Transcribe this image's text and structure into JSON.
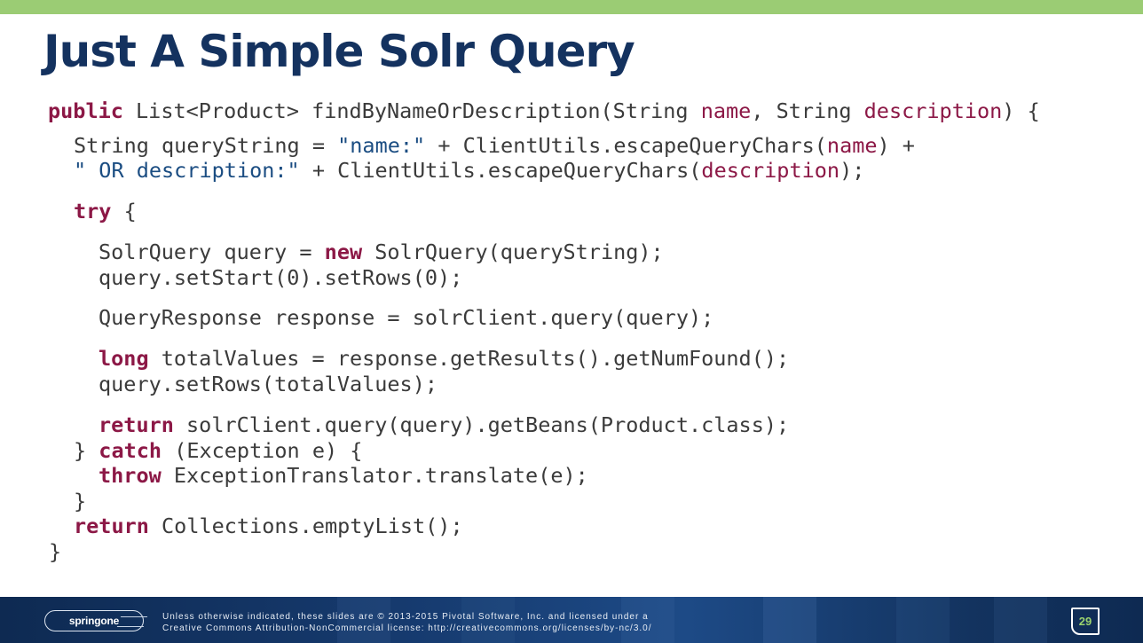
{
  "slide": {
    "title": "Just A Simple Solr Query",
    "code_lines": [
      [
        {
          "t": "public",
          "c": "kw"
        },
        {
          "t": " List<Product> findByNameOrDescription(String "
        },
        {
          "t": "name",
          "c": "param"
        },
        {
          "t": ", String "
        },
        {
          "t": "description",
          "c": "param"
        },
        {
          "t": ") {"
        }
      ],
      [
        {
          "t": "String queryString = "
        },
        {
          "t": "\"name:\"",
          "c": "str"
        },
        {
          "t": " + ClientUtils.escapeQueryChars("
        },
        {
          "t": "name",
          "c": "param"
        },
        {
          "t": ") +"
        }
      ],
      [
        {
          "t": "\" OR description:\"",
          "c": "str"
        },
        {
          "t": " + ClientUtils.escapeQueryChars("
        },
        {
          "t": "description",
          "c": "param"
        },
        {
          "t": ");"
        }
      ],
      [
        {
          "t": "try",
          "c": "kw"
        },
        {
          "t": " {"
        }
      ],
      [
        {
          "t": "SolrQuery query = "
        },
        {
          "t": "new",
          "c": "kw"
        },
        {
          "t": " SolrQuery(queryString);"
        }
      ],
      [
        {
          "t": "query.setStart(0).setRows(0);"
        }
      ],
      [
        {
          "t": "QueryResponse response = solrClient.query(query);"
        }
      ],
      [
        {
          "t": "long",
          "c": "kw"
        },
        {
          "t": " totalValues = response.getResults().getNumFound();"
        }
      ],
      [
        {
          "t": "query.setRows(totalValues);"
        }
      ],
      [
        {
          "t": "return",
          "c": "kw"
        },
        {
          "t": " solrClient.query(query).getBeans(Product.class);"
        }
      ],
      [
        {
          "t": "} "
        },
        {
          "t": "catch",
          "c": "kw"
        },
        {
          "t": " (Exception e) {"
        }
      ],
      [
        {
          "t": "throw",
          "c": "kw"
        },
        {
          "t": " ExceptionTranslator.translate(e);"
        }
      ],
      [
        {
          "t": "}"
        }
      ],
      [
        {
          "t": "return",
          "c": "kw"
        },
        {
          "t": " Collections.emptyList();"
        }
      ],
      [
        {
          "t": "}"
        }
      ]
    ]
  },
  "footer": {
    "logo_text": "springone",
    "license_line_1": "Unless otherwise indicated, these slides are © 2013-2015 Pivotal Software, Inc. and licensed under a",
    "license_line_2": "Creative Commons Attribution-NonCommercial license: http://creativecommons.org/licenses/by-nc/3.0/",
    "page_number": "29"
  },
  "colors": {
    "accent_bar": "#9bcc74",
    "title": "#14325f",
    "keyword": "#8c1846",
    "string": "#1b4d82",
    "footer_bg": "#163a6e"
  }
}
